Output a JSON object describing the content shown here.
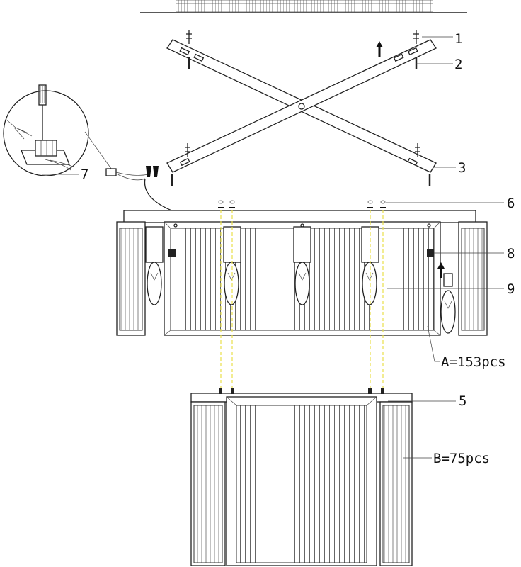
{
  "diagram": {
    "labels": {
      "part1": "1",
      "part2": "2",
      "part3": "3",
      "part5": "5",
      "part6": "6",
      "part7": "7",
      "part8": "8",
      "part9": "9",
      "crystals_a": "A=153pcs",
      "crystals_b": "B=75pcs"
    },
    "colors": {
      "guide_line": "#e8e04a",
      "line": "#222222"
    }
  }
}
